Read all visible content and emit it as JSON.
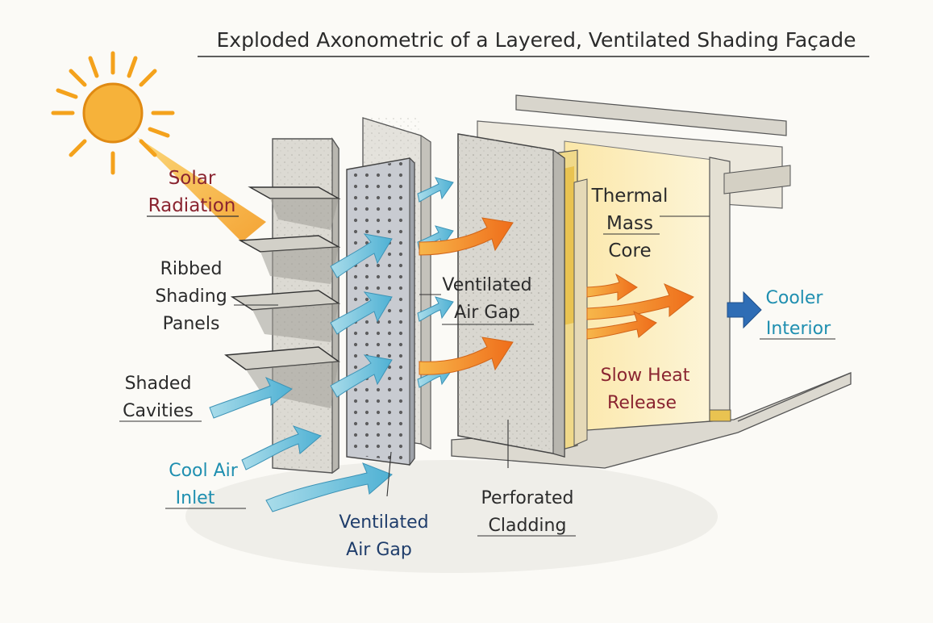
{
  "title": "Exploded Axonometric of a Layered, Ventilated Shading Façade",
  "labels": {
    "solar_radiation": [
      "Solar",
      "Radiation"
    ],
    "ribbed_shading_panels": [
      "Ribbed",
      "Shading",
      "Panels"
    ],
    "shaded_cavities": [
      "Shaded",
      "Cavities"
    ],
    "cool_air_inlet": [
      "Cool Air",
      "Inlet"
    ],
    "ventilated_air_gap_bottom": [
      "Ventilated",
      "Air Gap"
    ],
    "ventilated_air_gap_mid": [
      "Ventilated",
      "Air Gap"
    ],
    "perforated_cladding": [
      "Perforated",
      "Cladding"
    ],
    "thermal_mass_core": [
      "Thermal",
      "Mass",
      "Core"
    ],
    "slow_heat_release": [
      "Slow Heat",
      "Release"
    ],
    "cooler_interior": [
      "Cooler",
      "Interior"
    ]
  },
  "colors": {
    "ink": "#2b2b2b",
    "warm_label": "#8a2430",
    "cool_label": "#1f8fb0",
    "navy_label": "#1f3d6b",
    "sun": "#f4a21c",
    "heat_arrow": "#f07f1e",
    "cool_arrow": "#6cc2dc",
    "interior_arrow": "#2f6db5",
    "concrete": "#dcdad3",
    "insulation": "#e9c351"
  }
}
